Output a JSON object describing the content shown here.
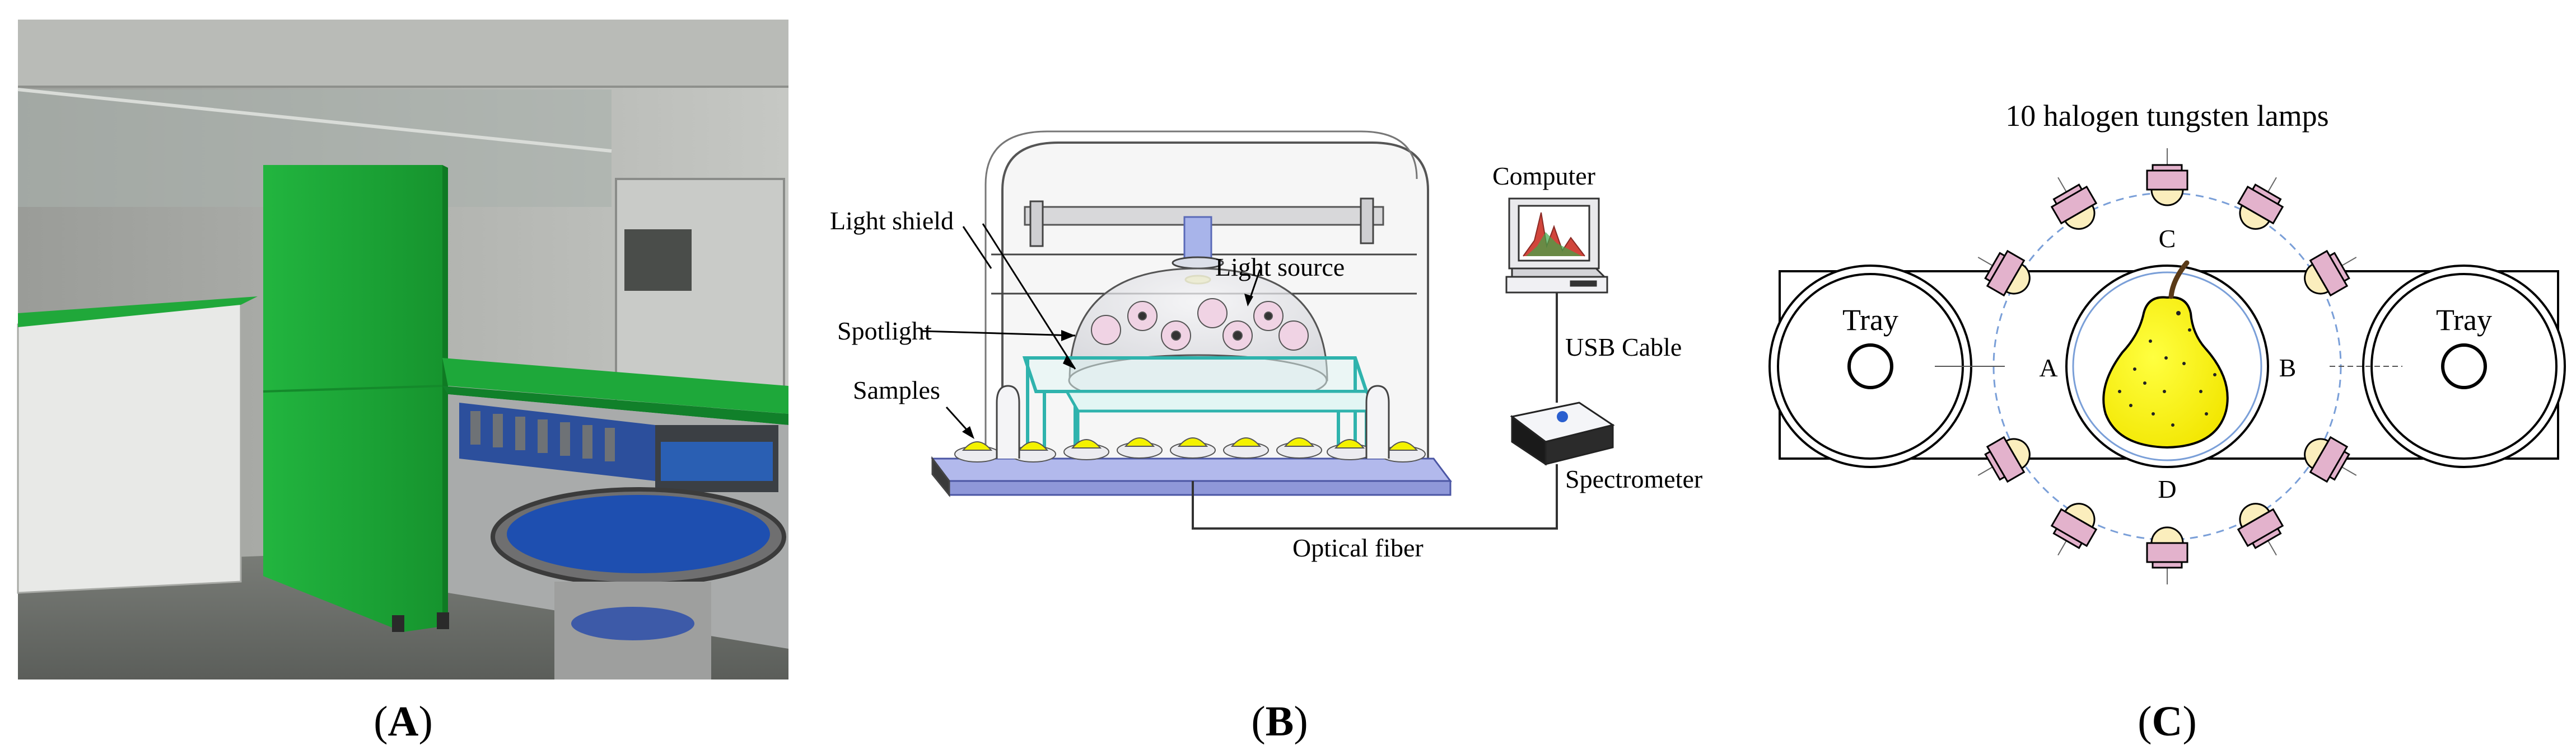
{
  "panels": {
    "a": {
      "caption": "A"
    },
    "b": {
      "caption": "B",
      "labels": {
        "light_shield": "Light shield",
        "light_source": "Light source",
        "spotlight": "Spotlight",
        "samples": "Samples",
        "computer": "Computer",
        "usb_cable": "USB Cable",
        "spectrometer": "Spectrometer",
        "optical_fiber": "Optical fiber"
      }
    },
    "c": {
      "caption": "C",
      "labels": {
        "lamps_title": "10 halogen tungsten lamps",
        "tray_left": "Tray",
        "tray_right": "Tray",
        "point_a": "A",
        "point_b": "B",
        "point_c": "C",
        "point_d": "D"
      }
    }
  },
  "colors": {
    "machine_green": "#1fae3a",
    "lamp_pink": "#e3b2cc",
    "lamp_yellow": "#fbeebd",
    "pear_yellow": "#ffff00",
    "dashed_blue": "#7a9fd8",
    "glass_cyan": "#4fd6d0",
    "conveyor_blue": "#9aa6e8"
  }
}
